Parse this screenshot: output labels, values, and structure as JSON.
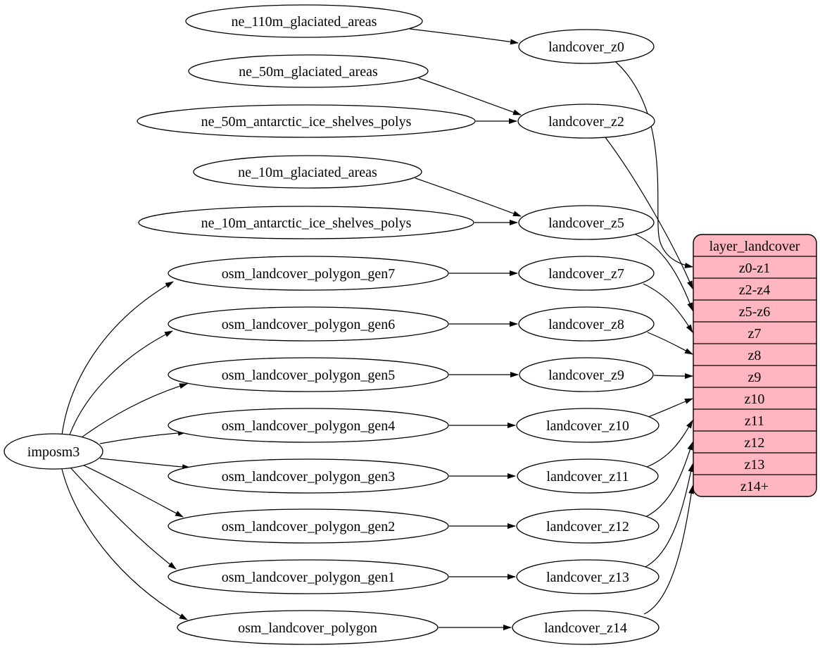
{
  "diagram": {
    "type": "graphviz-flow",
    "colors": {
      "background": "#ffffff",
      "node_fill": "#ffffff",
      "record_fill": "#ffb6c1",
      "stroke": "#000000",
      "edge": "#000000"
    },
    "nodes": {
      "imposm3": "imposm3",
      "sources": [
        "ne_110m_glaciated_areas",
        "ne_50m_glaciated_areas",
        "ne_50m_antarctic_ice_shelves_polys",
        "ne_10m_glaciated_areas",
        "ne_10m_antarctic_ice_shelves_polys",
        "osm_landcover_polygon_gen7",
        "osm_landcover_polygon_gen6",
        "osm_landcover_polygon_gen5",
        "osm_landcover_polygon_gen4",
        "osm_landcover_polygon_gen3",
        "osm_landcover_polygon_gen2",
        "osm_landcover_polygon_gen1",
        "osm_landcover_polygon"
      ],
      "landcover": [
        "landcover_z0",
        "landcover_z2",
        "landcover_z5",
        "landcover_z7",
        "landcover_z8",
        "landcover_z9",
        "landcover_z10",
        "landcover_z11",
        "landcover_z12",
        "landcover_z13",
        "landcover_z14"
      ]
    },
    "record": {
      "title": "layer_landcover",
      "rows": [
        "z0-z1",
        "z2-z4",
        "z5-z6",
        "z7",
        "z8",
        "z9",
        "z10",
        "z11",
        "z12",
        "z13",
        "z14+"
      ]
    },
    "edges": [
      {
        "from": "imposm3",
        "to": "osm_landcover_polygon_gen7"
      },
      {
        "from": "imposm3",
        "to": "osm_landcover_polygon_gen6"
      },
      {
        "from": "imposm3",
        "to": "osm_landcover_polygon_gen5"
      },
      {
        "from": "imposm3",
        "to": "osm_landcover_polygon_gen4"
      },
      {
        "from": "imposm3",
        "to": "osm_landcover_polygon_gen3"
      },
      {
        "from": "imposm3",
        "to": "osm_landcover_polygon_gen2"
      },
      {
        "from": "imposm3",
        "to": "osm_landcover_polygon_gen1"
      },
      {
        "from": "imposm3",
        "to": "osm_landcover_polygon"
      },
      {
        "from": "ne_110m_glaciated_areas",
        "to": "landcover_z0"
      },
      {
        "from": "ne_50m_glaciated_areas",
        "to": "landcover_z2"
      },
      {
        "from": "ne_50m_antarctic_ice_shelves_polys",
        "to": "landcover_z2"
      },
      {
        "from": "ne_10m_glaciated_areas",
        "to": "landcover_z5"
      },
      {
        "from": "ne_10m_antarctic_ice_shelves_polys",
        "to": "landcover_z5"
      },
      {
        "from": "osm_landcover_polygon_gen7",
        "to": "landcover_z7"
      },
      {
        "from": "osm_landcover_polygon_gen6",
        "to": "landcover_z8"
      },
      {
        "from": "osm_landcover_polygon_gen5",
        "to": "landcover_z9"
      },
      {
        "from": "osm_landcover_polygon_gen4",
        "to": "landcover_z10"
      },
      {
        "from": "osm_landcover_polygon_gen3",
        "to": "landcover_z11"
      },
      {
        "from": "osm_landcover_polygon_gen2",
        "to": "landcover_z12"
      },
      {
        "from": "osm_landcover_polygon_gen1",
        "to": "landcover_z13"
      },
      {
        "from": "osm_landcover_polygon",
        "to": "landcover_z14"
      },
      {
        "from": "landcover_z0",
        "to": "layer_landcover",
        "port": "z0-z1"
      },
      {
        "from": "landcover_z2",
        "to": "layer_landcover",
        "port": "z2-z4"
      },
      {
        "from": "landcover_z5",
        "to": "layer_landcover",
        "port": "z5-z6"
      },
      {
        "from": "landcover_z7",
        "to": "layer_landcover",
        "port": "z7"
      },
      {
        "from": "landcover_z8",
        "to": "layer_landcover",
        "port": "z8"
      },
      {
        "from": "landcover_z9",
        "to": "layer_landcover",
        "port": "z9"
      },
      {
        "from": "landcover_z10",
        "to": "layer_landcover",
        "port": "z10"
      },
      {
        "from": "landcover_z11",
        "to": "layer_landcover",
        "port": "z11"
      },
      {
        "from": "landcover_z12",
        "to": "layer_landcover",
        "port": "z12"
      },
      {
        "from": "landcover_z13",
        "to": "layer_landcover",
        "port": "z13"
      },
      {
        "from": "landcover_z14",
        "to": "layer_landcover",
        "port": "z14+"
      }
    ]
  }
}
